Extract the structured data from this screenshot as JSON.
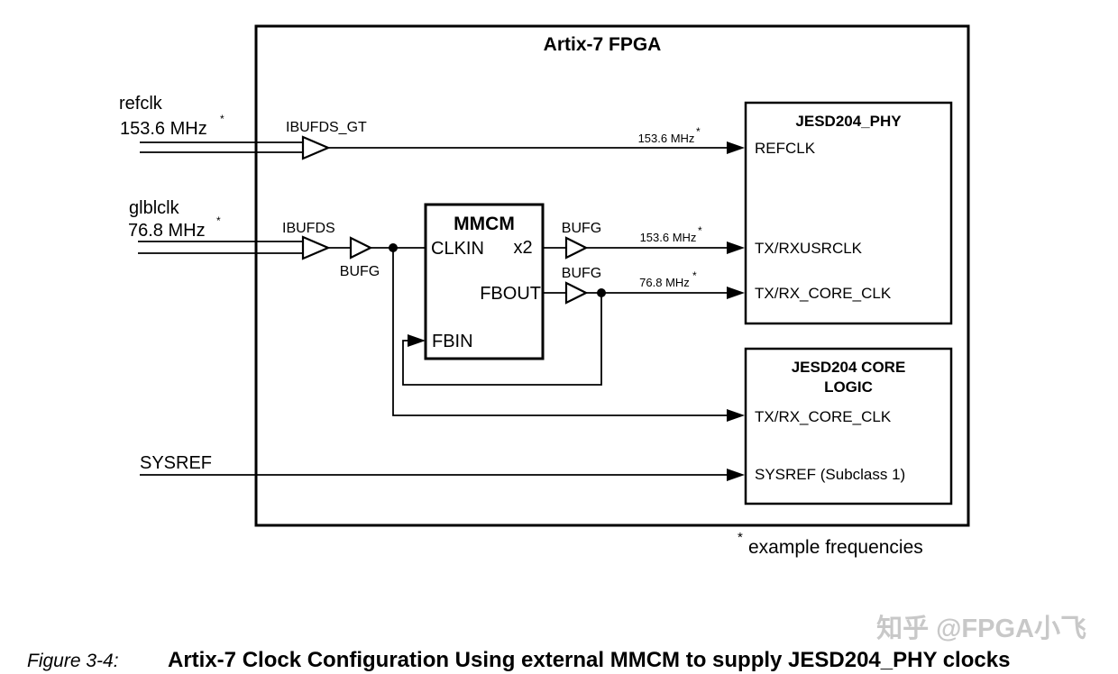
{
  "asterisk": "*",
  "fpga": {
    "title": "Artix-7 FPGA"
  },
  "inputs": {
    "refclk": {
      "name": "refclk",
      "freq": "153.6 MHz"
    },
    "glblclk": {
      "name": "glblclk",
      "freq": "76.8 MHz"
    },
    "sysref": {
      "name": "SYSREF"
    }
  },
  "buffers": {
    "ibufds_gt": "IBUFDS_GT",
    "ibufds": "IBUFDS",
    "bufg": "BUFG"
  },
  "mmcm": {
    "title": "MMCM",
    "clkin": "CLKIN",
    "mult": "x2",
    "fbout": "FBOUT",
    "fbin": "FBIN"
  },
  "phy": {
    "title": "JESD204_PHY",
    "port_refclk": "REFCLK",
    "port_usrclk": "TX/RXUSRCLK",
    "port_coreclk": "TX/RX_CORE_CLK"
  },
  "core": {
    "title_line1": "JESD204 CORE",
    "title_line2": "LOGIC",
    "port_coreclk": "TX/RX_CORE_CLK",
    "port_sysref": "SYSREF (Subclass 1)"
  },
  "wire_labels": {
    "refclk_freq": "153.6 MHz",
    "usrclk_freq": "153.6 MHz",
    "coreclk_freq": "76.8 MHz"
  },
  "note": {
    "text": "example frequencies"
  },
  "caption": {
    "figure": "Figure 3-4:",
    "text": "Artix-7 Clock Configuration Using external MMCM to supply JESD204_PHY clocks"
  },
  "watermark": "知乎 @FPGA小飞",
  "colors": {
    "line": "#000000",
    "watermark": "#c8c8c8",
    "background": "#ffffff"
  }
}
